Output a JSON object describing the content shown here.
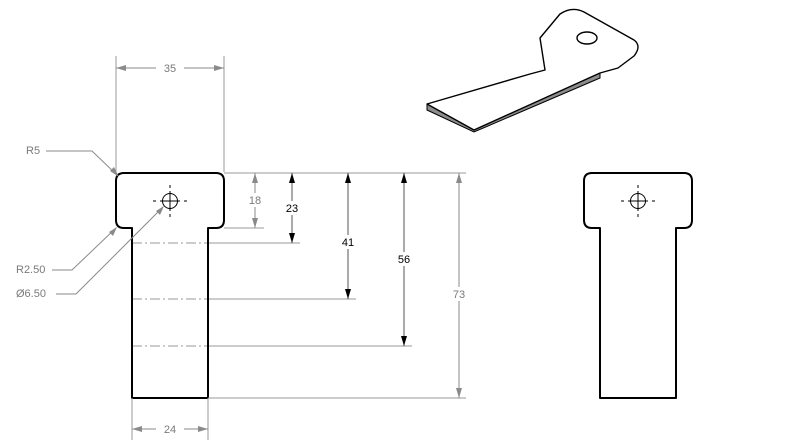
{
  "dimensions": {
    "head_width": "35",
    "fillet_radius": "R5",
    "hole_radius": "R2.50",
    "hole_diameter": "Ø6.50",
    "d18": "18",
    "d23": "23",
    "d41": "41",
    "d56": "56",
    "d73": "73",
    "shank_width": "24"
  }
}
